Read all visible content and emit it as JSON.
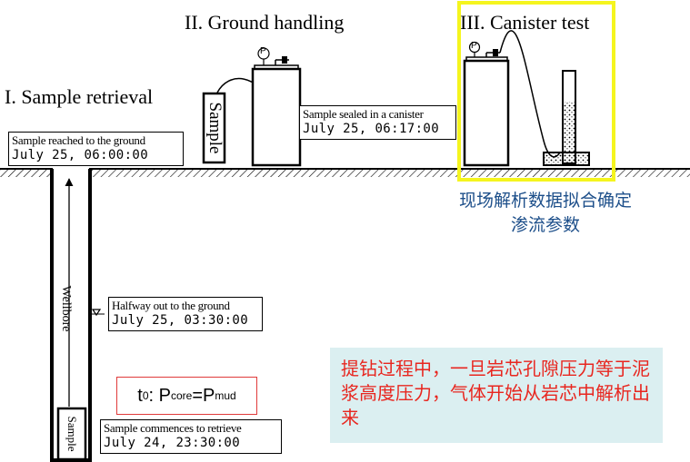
{
  "stages": {
    "retrieval": "I. Sample retrieval",
    "ground_handling": "II. Ground handling",
    "canister_test": "III. Canister test"
  },
  "events": {
    "reached_ground": {
      "title": "Sample reached to the ground",
      "time": "July 25, 06:00:00"
    },
    "sealed": {
      "title": "Sample sealed in a canister",
      "time": "July 25, 06:17:00"
    },
    "halfway": {
      "title": "Halfway out to the ground",
      "time": "July 25, 03:30:00"
    },
    "commences": {
      "title": "Sample commences to retrieve",
      "time": "July 24, 23:30:00"
    }
  },
  "labels": {
    "wellbore": "Wellbore",
    "sample_top": "Sample",
    "sample_bottom": "Sample",
    "gauge_symbol": "P"
  },
  "formula": {
    "t": "t",
    "t_sub": "0",
    "colon": ": ",
    "p1": "P",
    "p1_sub": "core",
    "eq": "=",
    "p2": "P",
    "p2_sub": "mud"
  },
  "notes": {
    "canister_note": "现场解析数据拟合确定渗流参数",
    "retrieval_note": "提钻过程中，一旦岩芯孔隙压力等于泥浆高度压力，气体开始从岩芯中解析出来"
  },
  "colors": {
    "highlight": "#f5f51e",
    "note_blue": "#1d4f8a",
    "note_red": "#e8261f",
    "note_bg": "#dbeff1",
    "formula_border": "#e03a3a"
  }
}
